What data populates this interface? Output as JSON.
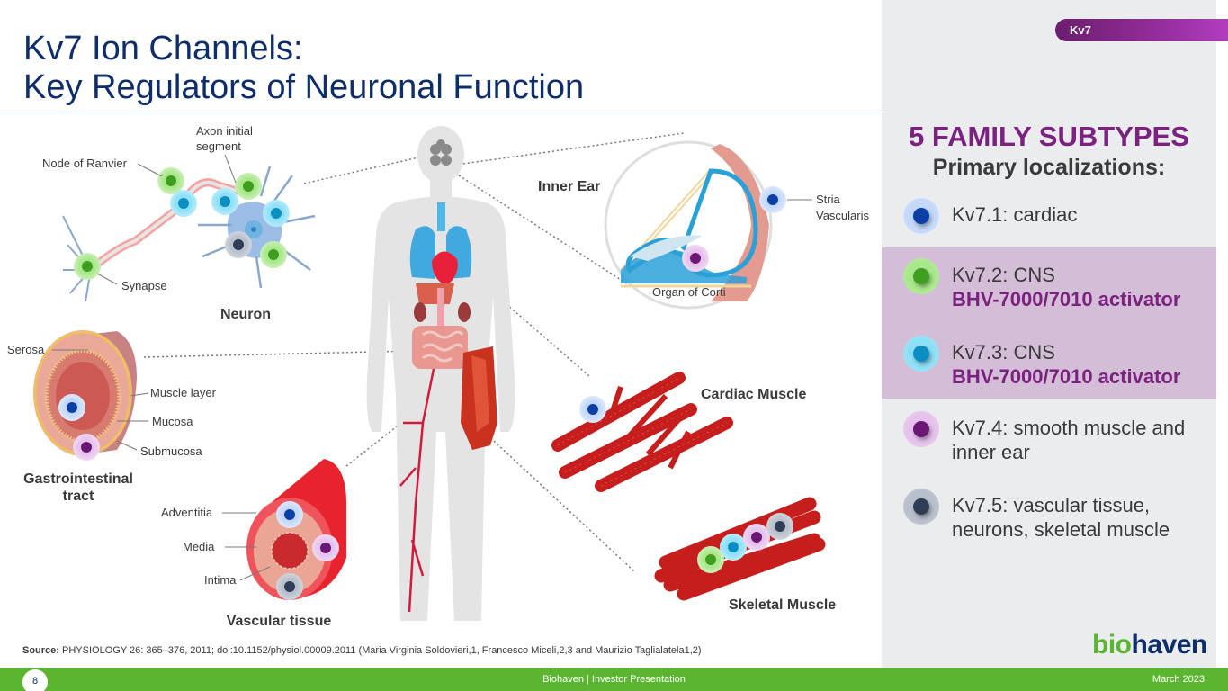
{
  "slide": {
    "title_line1": "Kv7 Ion Channels:",
    "title_line2": "Key Regulators of Neuronal Function",
    "section_tag": "Kv7",
    "page_number": "8",
    "footer_center": "Biohaven  |  Investor Presentation",
    "footer_date": "March 2023",
    "logo_bio": "bio",
    "logo_haven": "haven"
  },
  "source": {
    "label": "Source:",
    "text": " PHYSIOLOGY 26: 365–376, 2011; doi:10.1152/physiol.00009.2011 (Maria Virginia Soldovieri,1, Francesco Miceli,2,3 and Maurizio Taglialatela1,2)"
  },
  "panel": {
    "heading": "5 FAMILY SUBTYPES",
    "subheading": "Primary localizations:",
    "subtypes": [
      {
        "name": "Kv7.1: cardiac",
        "activator": "",
        "color": "#0a3fa6",
        "halo": "#c4d8fb",
        "highlighted": false
      },
      {
        "name": "Kv7.2: CNS",
        "activator": "BHV-7000/7010 activator",
        "color": "#3f9e1f",
        "halo": "#a8e88a",
        "highlighted": true
      },
      {
        "name": "Kv7.3: CNS",
        "activator": "BHV-7000/7010 activator",
        "color": "#0b8fc2",
        "halo": "#8ee0f7",
        "highlighted": true
      },
      {
        "name": "Kv7.4: smooth muscle and",
        "name_line2": "inner ear",
        "activator": "",
        "color": "#6a1775",
        "halo": "#e6c2ec",
        "highlighted": false
      },
      {
        "name": "Kv7.5: vascular tissue,",
        "name_line2": "neurons, skeletal muscle",
        "activator": "",
        "color": "#2e3d55",
        "halo": "#b8c0cc",
        "highlighted": false
      }
    ],
    "colors": {
      "accent_purple": "#7b2180",
      "highlight_bg": "#d4bdd6",
      "panel_bg": "#ebecee",
      "brand_green": "#5cb531",
      "brand_navy": "#0e2d6b"
    }
  },
  "diagram": {
    "neuron": {
      "title": "Neuron",
      "labels": [
        "Node of Ranvier",
        "Axon initial",
        "segment",
        "Synapse"
      ]
    },
    "gi": {
      "title_line1": "Gastrointestinal",
      "title_line2": "tract",
      "labels": [
        "Serosa",
        "Muscle layer",
        "Mucosa",
        "Submucosa"
      ]
    },
    "vascular": {
      "title": "Vascular tissue",
      "labels": [
        "Adventitia",
        "Media",
        "Intima"
      ]
    },
    "inner_ear": {
      "title": "Inner Ear",
      "labels": [
        "Stria",
        "Vascularis",
        "Organ of Corti"
      ]
    },
    "cardiac": {
      "title": "Cardiac Muscle"
    },
    "skeletal": {
      "title": "Skeletal Muscle"
    }
  }
}
